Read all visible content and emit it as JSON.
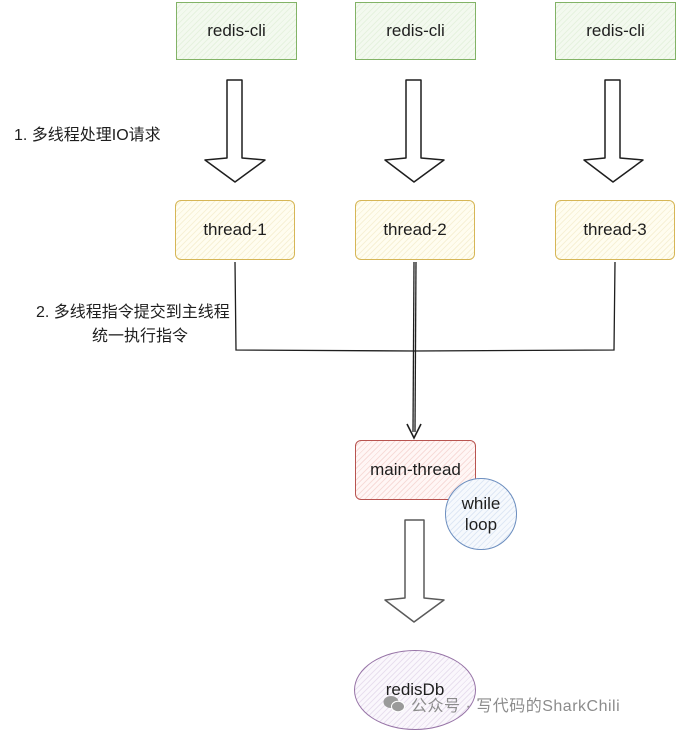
{
  "diagram": {
    "clients": [
      {
        "label": "redis-cli",
        "color": "#82b366"
      },
      {
        "label": "redis-cli",
        "color": "#82b366"
      },
      {
        "label": "redis-cli",
        "color": "#82b366"
      }
    ],
    "threads": [
      {
        "label": "thread-1",
        "color": "#d6b656"
      },
      {
        "label": "thread-2",
        "color": "#d6b656"
      },
      {
        "label": "thread-3",
        "color": "#d6b656"
      }
    ],
    "main_thread": {
      "label": "main-thread",
      "color": "#b85450"
    },
    "loop": {
      "line1": "while",
      "line2": "loop",
      "color": "#6c8ebf"
    },
    "db": {
      "label": "redisDb",
      "color": "#9673a6"
    },
    "annotations": {
      "step1": "1. 多线程处理IO请求",
      "step2_line1": "2. 多线程指令提交到主线程",
      "step2_line2": "统一执行指令"
    }
  },
  "watermark": {
    "icon": "wechat-icon",
    "text": "公众号 · 写代码的SharkChili"
  }
}
